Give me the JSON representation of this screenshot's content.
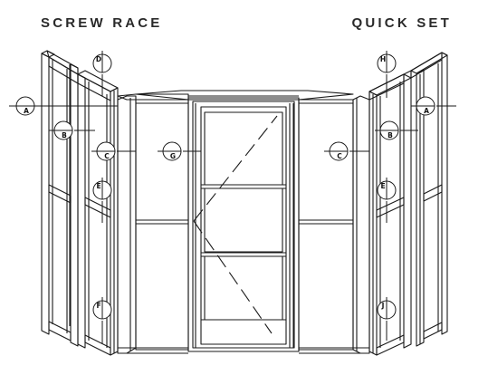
{
  "headings": {
    "left": "SCREW RACE",
    "right": "QUICK SET"
  },
  "callouts": [
    {
      "id": "A-left",
      "label": "A"
    },
    {
      "id": "B-left",
      "label": "B"
    },
    {
      "id": "C-left",
      "label": "C"
    },
    {
      "id": "D",
      "label": "D"
    },
    {
      "id": "E-left",
      "label": "E"
    },
    {
      "id": "F",
      "label": "F"
    },
    {
      "id": "G",
      "label": "G"
    },
    {
      "id": "C-right",
      "label": "C"
    },
    {
      "id": "H",
      "label": "H"
    },
    {
      "id": "B-right",
      "label": "B"
    },
    {
      "id": "A-right",
      "label": "A"
    },
    {
      "id": "E-right",
      "label": "E"
    },
    {
      "id": "J",
      "label": "J"
    }
  ],
  "colors": {
    "line": "#1a1a1a",
    "heading": "#2a2a2a",
    "background": "#ffffff"
  }
}
